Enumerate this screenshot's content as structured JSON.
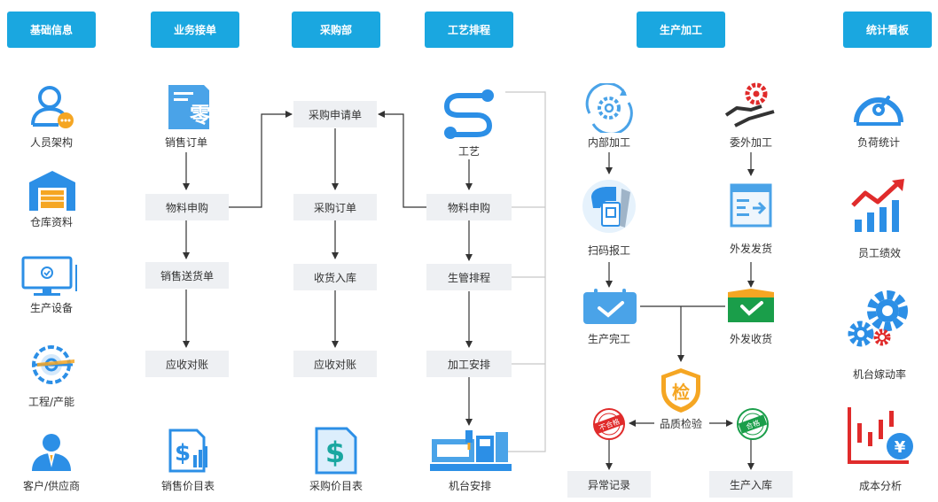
{
  "headers": {
    "basic_info": "基础信息",
    "sales_order": "业务接单",
    "purchasing": "采购部",
    "process_scheduling": "工艺排程",
    "production": "生产加工",
    "dashboard": "统计看板"
  },
  "basic_info": {
    "org": "人员架构",
    "warehouse": "仓库资料",
    "equipment": "生产设备",
    "process_capacity": "工程/产能",
    "customer_supplier": "客户/供应商"
  },
  "sales": {
    "sales_order": "销售订单",
    "material_request": "物料申购",
    "delivery_note": "销售送货单",
    "receivables": "应收对账",
    "price_list": "销售价目表"
  },
  "purchase": {
    "requisition": "采购申请单",
    "purchase_order": "采购订单",
    "goods_receipt": "收货入库",
    "payables": "应收对账",
    "price_list": "采购价目表"
  },
  "process": {
    "craft": "工艺",
    "material_request": "物料申购",
    "production_schedule": "生管排程",
    "machining_plan": "加工安排",
    "machine_plan": "机台安排"
  },
  "production": {
    "internal": "内部加工",
    "outsourced": "委外加工",
    "scan_report": "扫码报工",
    "outsource_dispatch": "外发发货",
    "completion": "生产完工",
    "outsource_receipt": "外发收货",
    "quality_inspection": "品质检验",
    "inspect_glyph": "检",
    "exception_record": "异常记录",
    "production_storage": "生产入库",
    "fail_stamp": "不合格",
    "pass_stamp": "合格"
  },
  "dashboard": {
    "load_stats": "负荷统计",
    "employee_performance": "员工绩效",
    "machine_utilization": "机台嫁动率",
    "cost_analysis": "成本分析"
  },
  "icon_glyphs": {
    "zero": "零",
    "dollar": "$",
    "yen": "¥"
  },
  "colors": {
    "header_bg": "#1aa7e0",
    "icon_blue": "#2c8fe6",
    "box_bg": "#eef0f3",
    "arrow": "#333333",
    "connector": "#c8c8c8",
    "green": "#1a9e4a",
    "red": "#e02b2b",
    "orange": "#f5a623"
  }
}
